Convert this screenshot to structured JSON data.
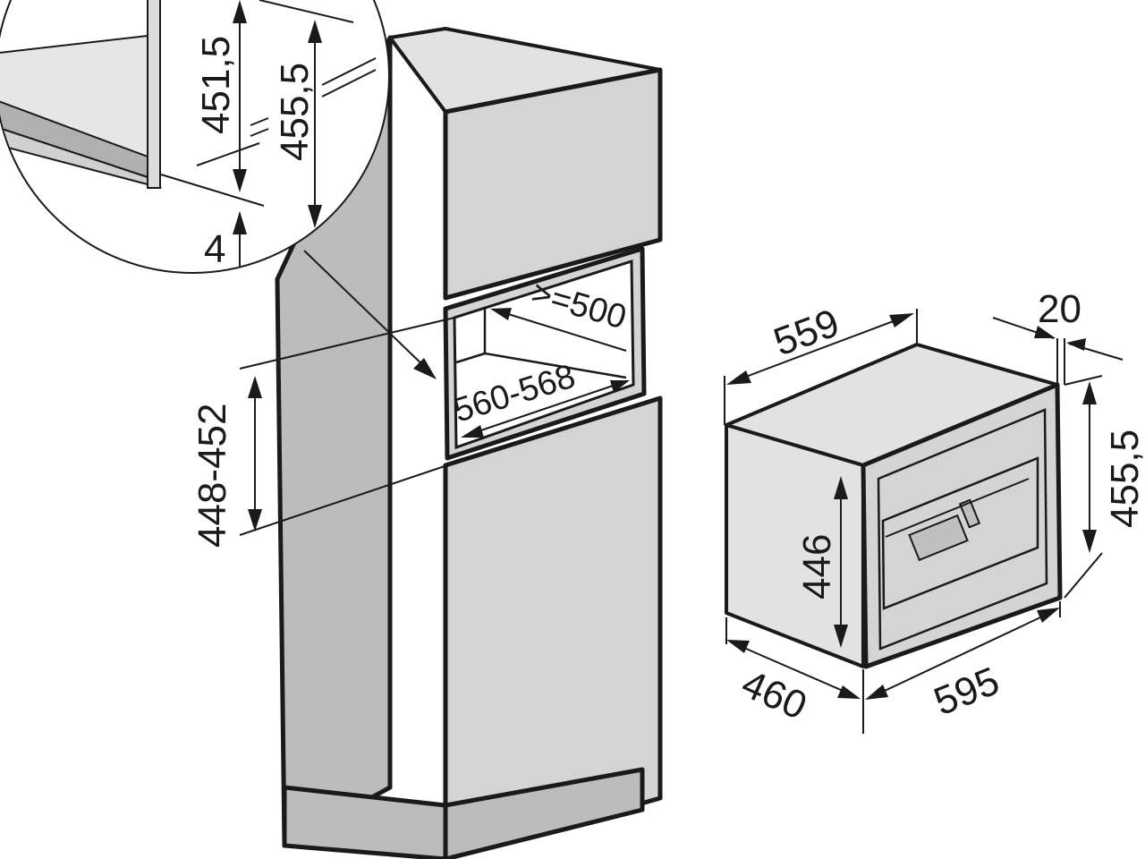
{
  "detail": {
    "dim_451_5": "451,5",
    "dim_455_5": "455,5",
    "dim_4": "4"
  },
  "niche": {
    "depth_min": ">=500",
    "width": "560-568",
    "height": "448-452"
  },
  "appliance": {
    "top_width": "559",
    "front_thickness": "20",
    "front_height": "455,5",
    "body_height": "446",
    "depth": "460",
    "front_width": "595"
  }
}
